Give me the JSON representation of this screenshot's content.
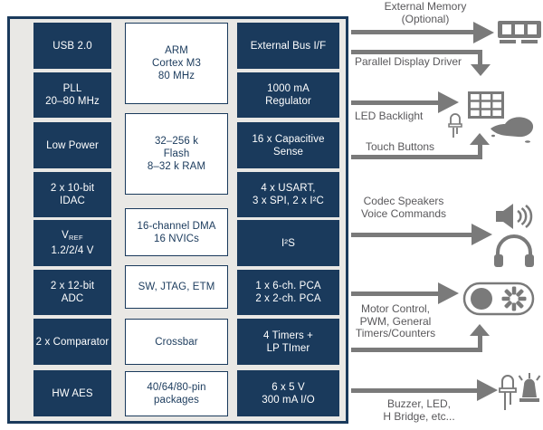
{
  "colors": {
    "navy": "#1A3A5C",
    "container_bg": "#E9E8E5",
    "arrow_gray": "#7A7A7A",
    "annotation_text": "#59585B",
    "block_text_light": "#FFFFFF"
  },
  "diagram": {
    "columns": [
      {
        "id": "left",
        "style": "dark",
        "blocks": [
          {
            "name": "usb-2-0",
            "lines": [
              [
                {
                  "t": "USB 2.0"
                }
              ]
            ]
          },
          {
            "name": "pll",
            "lines": [
              [
                {
                  "t": "PLL"
                }
              ],
              [
                {
                  "t": "20–80 MHz"
                }
              ]
            ]
          },
          {
            "name": "low-power",
            "lines": [
              [
                {
                  "t": "Low Power"
                }
              ]
            ]
          },
          {
            "name": "idac",
            "lines": [
              [
                {
                  "t": "2 x 10-bit"
                }
              ],
              [
                {
                  "t": "IDAC"
                }
              ]
            ]
          },
          {
            "name": "vref",
            "lines": [
              [
                {
                  "t": "V"
                },
                {
                  "t": "REF",
                  "s": "sub"
                }
              ],
              [
                {
                  "t": "1.2/2/4 V"
                }
              ]
            ]
          },
          {
            "name": "adc",
            "lines": [
              [
                {
                  "t": "2 x 12-bit"
                }
              ],
              [
                {
                  "t": "ADC"
                }
              ]
            ]
          },
          {
            "name": "comparator",
            "lines": [
              [
                {
                  "t": "2 x Comparator"
                }
              ]
            ]
          },
          {
            "name": "hw-aes",
            "lines": [
              [
                {
                  "t": "HW AES"
                }
              ]
            ]
          }
        ]
      },
      {
        "id": "middle",
        "style": "light",
        "blocks": [
          {
            "name": "arm-core",
            "lines": [
              [
                {
                  "t": "ARM"
                }
              ],
              [
                {
                  "t": "Cortex M3"
                }
              ],
              [
                {
                  "t": "80 MHz"
                }
              ]
            ]
          },
          {
            "name": "flash-ram",
            "lines": [
              [
                {
                  "t": "32–256 k"
                }
              ],
              [
                {
                  "t": "Flash"
                }
              ],
              [
                {
                  "t": "8–32 k RAM"
                }
              ]
            ]
          },
          {
            "name": "dma-nvic",
            "lines": [
              [
                {
                  "t": "16-channel DMA"
                }
              ],
              [
                {
                  "t": "16 NVICs"
                }
              ]
            ]
          },
          {
            "name": "debug",
            "lines": [
              [
                {
                  "t": "SW, JTAG, ETM"
                }
              ]
            ]
          },
          {
            "name": "crossbar",
            "lines": [
              [
                {
                  "t": "Crossbar"
                }
              ]
            ]
          },
          {
            "name": "packages",
            "lines": [
              [
                {
                  "t": "40/64/80-pin"
                }
              ],
              [
                {
                  "t": "packages"
                }
              ]
            ]
          }
        ]
      },
      {
        "id": "right",
        "style": "dark",
        "blocks": [
          {
            "name": "external-bus",
            "lines": [
              [
                {
                  "t": "External Bus I/F"
                }
              ]
            ]
          },
          {
            "name": "regulator",
            "lines": [
              [
                {
                  "t": "1000 mA"
                }
              ],
              [
                {
                  "t": "Regulator"
                }
              ]
            ]
          },
          {
            "name": "capacitive-sense",
            "lines": [
              [
                {
                  "t": "16 x Capacitive"
                }
              ],
              [
                {
                  "t": "Sense"
                }
              ]
            ]
          },
          {
            "name": "usart-spi-i2c",
            "lines": [
              [
                {
                  "t": "4 x USART,"
                }
              ],
              [
                {
                  "t": "3 x SPI, 2 x I²C"
                }
              ]
            ]
          },
          {
            "name": "i2s",
            "lines": [
              [
                {
                  "t": "I²S"
                }
              ]
            ]
          },
          {
            "name": "pca",
            "lines": [
              [
                {
                  "t": "1 x 6-ch. PCA"
                }
              ],
              [
                {
                  "t": "2 x 2-ch. PCA"
                }
              ]
            ]
          },
          {
            "name": "timers",
            "lines": [
              [
                {
                  "t": "4 Timers +"
                }
              ],
              [
                {
                  "t": "LP TImer"
                }
              ]
            ]
          },
          {
            "name": "io",
            "lines": [
              [
                {
                  "t": "6 x 5 V"
                }
              ],
              [
                {
                  "t": "300 mA I/O"
                }
              ]
            ]
          }
        ]
      }
    ]
  },
  "annotations": {
    "external_memory": {
      "line1": "External Memory",
      "line2": "(Optional)",
      "icons": [
        "ram-module"
      ]
    },
    "parallel_display": {
      "label": "Parallel Display Driver"
    },
    "led_backlight": {
      "label": "LED Backlight",
      "icons": [
        "display-grid",
        "led"
      ]
    },
    "touch_buttons": {
      "label": "Touch Buttons",
      "icons": [
        "touch-hand"
      ]
    },
    "codec": {
      "line1": "Codec Speakers",
      "line2": "Voice Commands",
      "icons": [
        "speaker",
        "headphones"
      ]
    },
    "motor": {
      "line1": "Motor Control,",
      "line2": "PWM, General",
      "line3": "Timers/Counters",
      "icons": [
        "motor-belt"
      ]
    },
    "buzzer": {
      "line1": "Buzzer, LED,",
      "line2": "H Bridge, etc...",
      "icons": [
        "led",
        "siren"
      ]
    }
  }
}
